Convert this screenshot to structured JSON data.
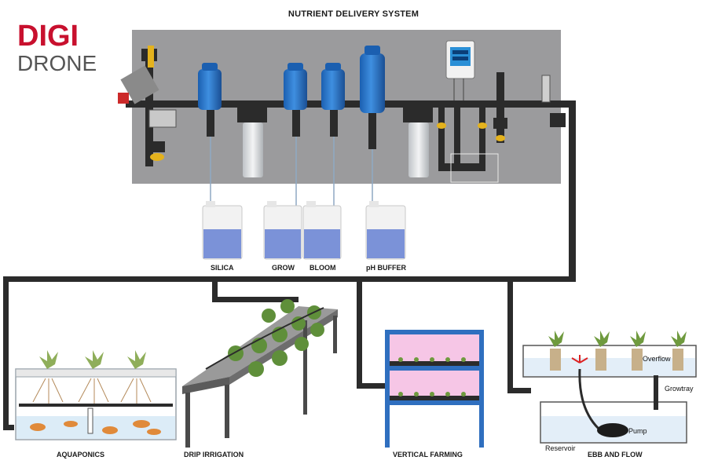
{
  "title": "NUTRIENT DELIVERY SYSTEM",
  "logo": {
    "line1": "DIGI",
    "line2": "DRONE",
    "brand_color": "#c8102e"
  },
  "colors": {
    "panel": "#9a9a9c",
    "pipe": "#2b2b2b",
    "dosing_pump": "#1f6fc4",
    "nutrient": "#7b92d8",
    "water": "#cfe3f3",
    "rack_frame": "#2f6fbf",
    "grow_light": "#f6c6e6"
  },
  "tanks": [
    {
      "label": "SILICA"
    },
    {
      "label": "GROW"
    },
    {
      "label": "BLOOM"
    },
    {
      "label": "pH BUFFER"
    }
  ],
  "systems": {
    "aquaponics": "AQUAPONICS",
    "drip": "DRIP IRRIGATION",
    "vertical": "VERTICAL FARMING",
    "ebb": "EBB AND FLOW"
  },
  "ebb_labels": {
    "overflow": "Overflow",
    "growtray": "Growtray",
    "pump": "Pump",
    "reservoir": "Reservoir"
  }
}
